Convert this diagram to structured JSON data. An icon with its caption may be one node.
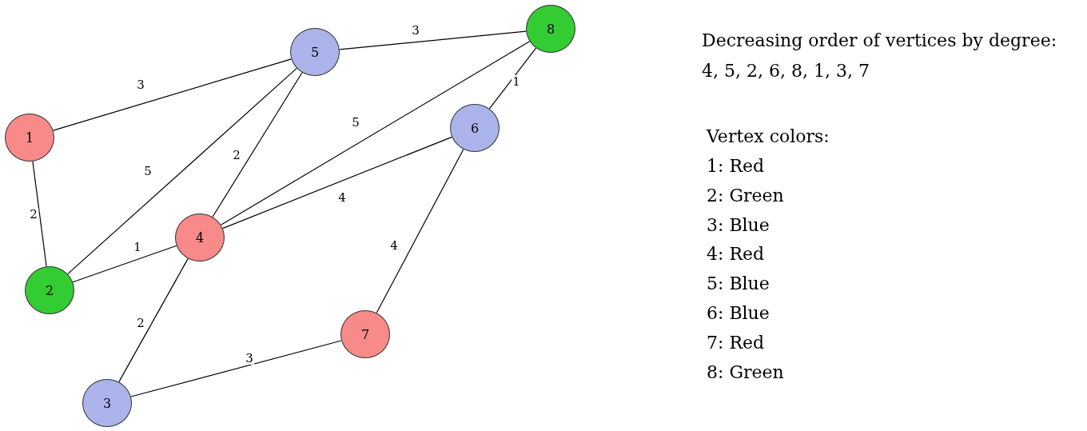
{
  "diagram": {
    "nodes": [
      {
        "text": [
          "1"
        ]
      },
      {
        "text": [
          "2"
        ]
      },
      {
        "text": [
          "3"
        ]
      },
      {
        "text": [
          "4"
        ]
      },
      {
        "text": [
          "5"
        ]
      },
      {
        "text": [
          "6"
        ]
      },
      {
        "text": [
          "7"
        ]
      },
      {
        "text": [
          "8"
        ]
      }
    ],
    "edges": [
      {
        "from": 0,
        "to": 4,
        "arrow": "none",
        "label": "3"
      },
      {
        "from": 0,
        "to": 1,
        "arrow": "none",
        "label": "2"
      },
      {
        "from": 1,
        "to": 4,
        "arrow": "none",
        "label": "5"
      },
      {
        "from": 1,
        "to": 3,
        "arrow": "none",
        "label": "1"
      },
      {
        "from": 3,
        "to": 4,
        "arrow": "none",
        "label": "2"
      },
      {
        "from": 3,
        "to": 7,
        "arrow": "none",
        "label": "5"
      },
      {
        "from": 3,
        "to": 5,
        "arrow": "none",
        "label": "4"
      },
      {
        "from": 4,
        "to": 7,
        "arrow": "none",
        "label": "3"
      },
      {
        "from": 7,
        "to": 5,
        "arrow": "none",
        "label": "1"
      },
      {
        "from": 5,
        "to": 6,
        "arrow": "none",
        "label": "4"
      },
      {
        "from": 3,
        "to": 2,
        "arrow": "none",
        "label": "2"
      },
      {
        "from": 2,
        "to": 6,
        "arrow": "none",
        "label": "3"
      }
    ],
    "labels": [
      "Decreasing order of vertices by degree:",
      "4, 5, 2, 6, 8, 1, 3, 7",
      "Vertex colors:",
      "1: Red",
      "2: Green",
      "3: Blue",
      "4: Red",
      "5: Blue",
      "6: Blue",
      "7: Red",
      "8: Green"
    ]
  }
}
